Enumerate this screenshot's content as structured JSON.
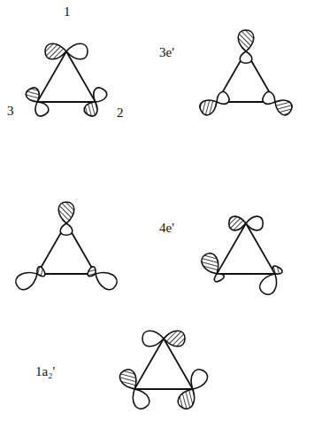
{
  "diagram": {
    "labels": [
      "1",
      "3",
      "2",
      "3e'",
      "4e'",
      "1a₂'"
    ]
  }
}
